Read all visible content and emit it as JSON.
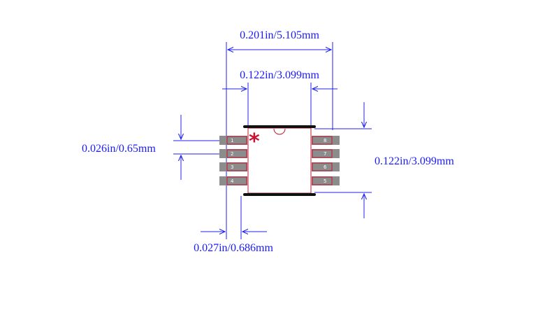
{
  "colors": {
    "dimension": "#2222ee",
    "pad": "#8c8c8c",
    "pad_outline": "#c0182f",
    "body_outline": "#c0182f",
    "silkscreen": "#111111",
    "pin1_marker": "#cc1133"
  },
  "dimensions": {
    "overall_width": "0.201in/5.105mm",
    "body_width": "0.122in/3.099mm",
    "pitch": "0.026in/0.65mm",
    "body_length": "0.122in/3.099mm",
    "pad_width": "0.027in/0.686mm"
  },
  "pins": {
    "left": [
      "1",
      "2",
      "3",
      "4"
    ],
    "right": [
      "8",
      "7",
      "6",
      "5"
    ]
  },
  "pin1_marker": "*",
  "icons": {
    "pin1_marker": "asterisk-icon",
    "notch": "notch-icon"
  }
}
